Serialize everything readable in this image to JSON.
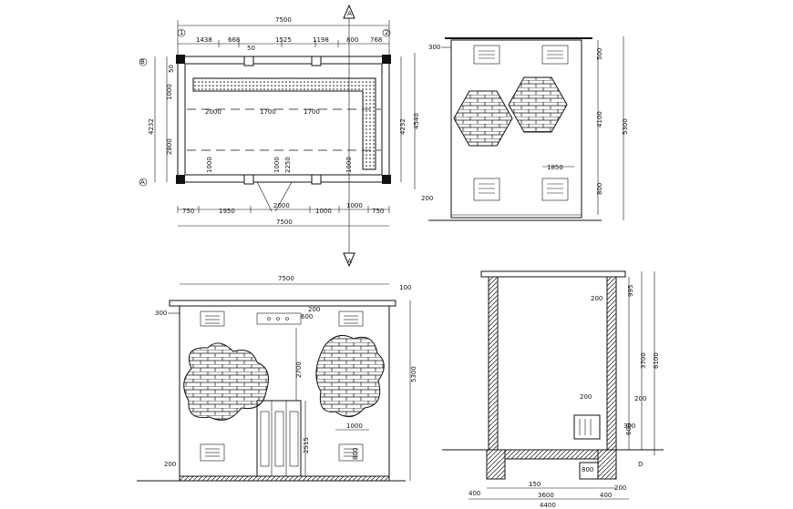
{
  "plan": {
    "total_width_top": "7500",
    "top_segments": [
      "1438",
      "668",
      "1525",
      "1198",
      "800",
      "768"
    ],
    "top_small": "50",
    "left_dims": [
      "1000",
      "2800",
      "4232"
    ],
    "grid_B": "B",
    "grid_A": "A",
    "grid_1": "1",
    "grid_2": "2",
    "inner_dims": [
      "2000",
      "1700",
      "1700"
    ],
    "right_dims": [
      "4232",
      "4540"
    ],
    "side_small": "50",
    "bottom_segments": [
      "750",
      "1950",
      "2000",
      "1000",
      "1000",
      "750"
    ],
    "total_width_bottom": "7500",
    "eq_labels": [
      "1000",
      "1000",
      "2250",
      "1000"
    ],
    "section_mark": "A"
  },
  "side_elev": {
    "left_300": "300",
    "dim_500": "500",
    "dim_4100": "4100",
    "dim_5300": "5300",
    "dim_1850": "1850",
    "dim_800": "800",
    "dim_200": "200"
  },
  "front_elev": {
    "total_width": "7500",
    "dim_100": "100",
    "dim_300": "300",
    "dim_200_top": "200",
    "dim_600": "600",
    "dim_2700": "2700",
    "dim_5300": "5300",
    "dim_1000": "1000",
    "dim_2515": "2515",
    "dim_800": "800",
    "dim_200_bottom": "200"
  },
  "section": {
    "dim_995": "995",
    "dim_200_a": "200",
    "dim_3700": "3700",
    "dim_6100": "6100",
    "dim_200_b": "200",
    "dim_200_c": "200",
    "dim_600": "600",
    "dim_300": "300",
    "dim_D": "D",
    "dim_800": "800",
    "dim_400": "400",
    "dim_150": "150",
    "dim_3600": "3600",
    "dim_400b": "400",
    "dim_200_d": "200",
    "dim_4400": "4400"
  }
}
